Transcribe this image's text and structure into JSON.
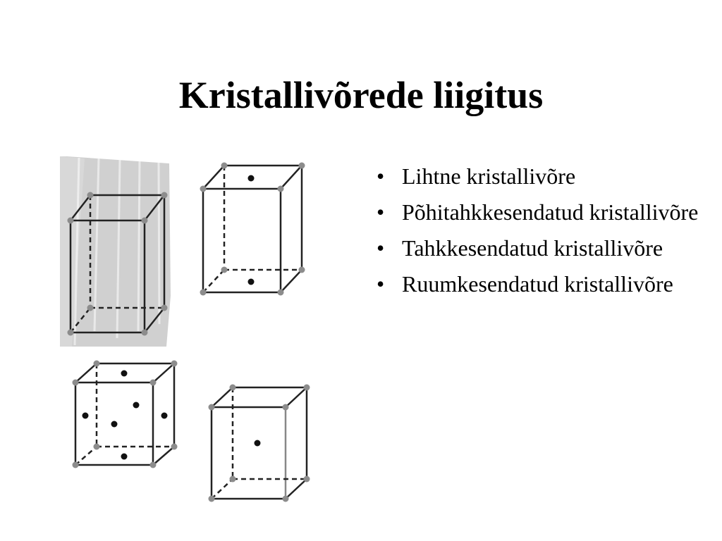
{
  "title": "Kristallivõrede liigitus",
  "bullet_symbol": "•",
  "bullets": [
    "Lihtne kristallivõre",
    "Põhitahkkesendatud kristallivõre",
    "Tahkkesendatud kristallivõre",
    "Ruumkesendatud kristallivõre"
  ],
  "lattices": [
    {
      "name": "simple",
      "center_dots": []
    },
    {
      "name": "base-centered",
      "center_dots": [
        "top-face",
        "bottom-face"
      ]
    },
    {
      "name": "face-centered",
      "center_dots": [
        "front-face",
        "back-face",
        "left-face",
        "right-face",
        "top-face",
        "bottom-face"
      ]
    },
    {
      "name": "body-centered",
      "center_dots": [
        "body"
      ]
    }
  ],
  "colors": {
    "edge": "#222222",
    "corner_node": "#8c8c8c",
    "center_node": "#111111",
    "shading": "#c8c8c8"
  }
}
